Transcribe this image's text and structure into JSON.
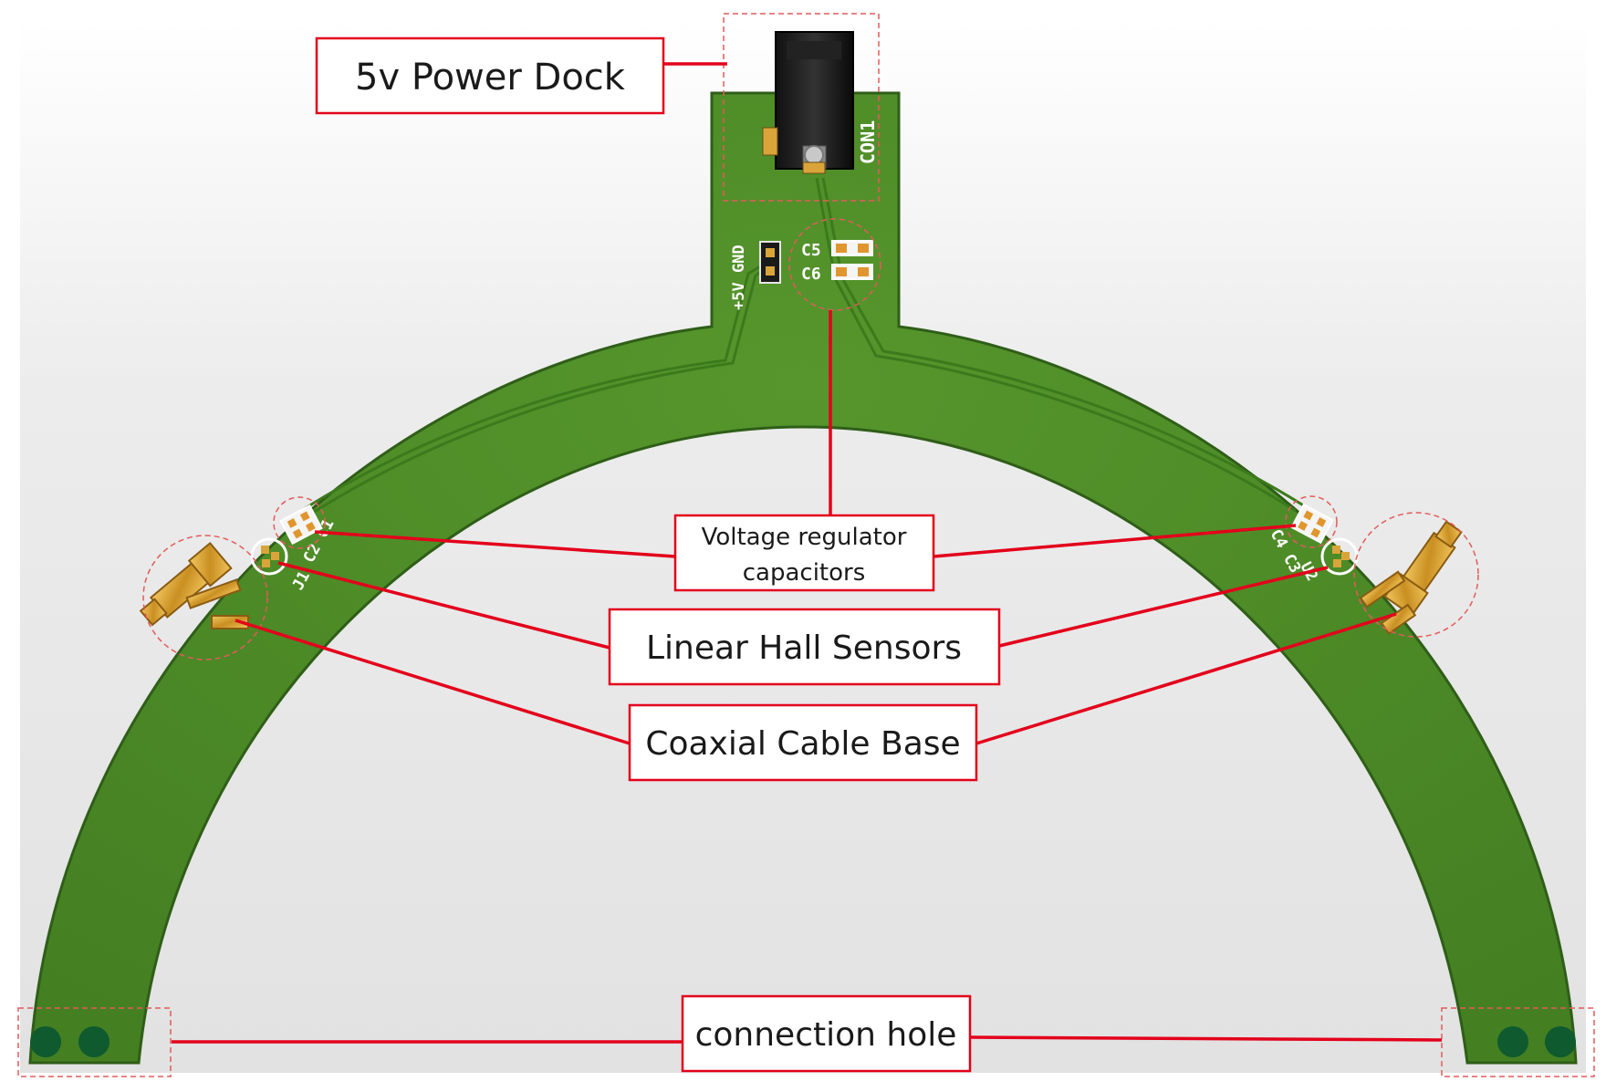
{
  "callouts": {
    "power_dock": "5v Power Dock",
    "regulator_line1": "Voltage regulator",
    "regulator_line2": "capacitors",
    "hall_sensors": "Linear Hall Sensors",
    "coax_base": "Coaxial Cable Base",
    "connection_hole": "connection hole"
  },
  "silkscreen": {
    "con1": "CON1",
    "header": "+5V GND",
    "c5": "C5",
    "c6": "C6",
    "left_caps": "C2 C1",
    "left_sensor": "J1",
    "right_caps": "C4 C3",
    "right_sensor": "U2"
  },
  "colors": {
    "pcb_green": "#4c8a26",
    "pcb_edge": "#2f5e18",
    "callout_red": "#e3001b",
    "pad_gold": "#d9a53a",
    "hole_green": "#0f5a2e"
  }
}
